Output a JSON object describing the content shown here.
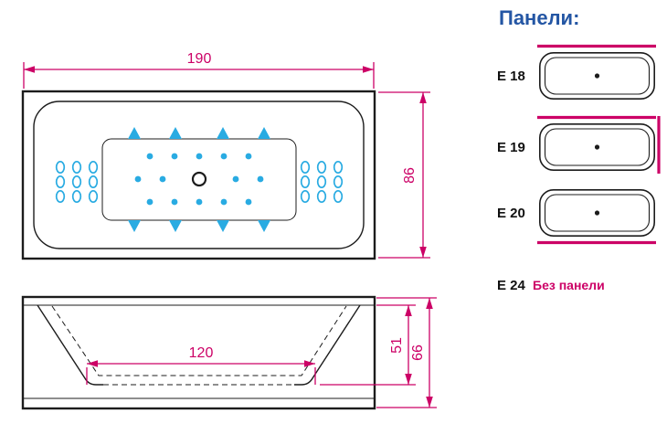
{
  "panels_heading": "Панели:",
  "top_view": {
    "width_label": "190",
    "height_label": "86"
  },
  "side_view": {
    "bottom_width_label": "120",
    "depth_label": "51",
    "height_label": "66"
  },
  "panels": {
    "items": [
      {
        "code": "E 18",
        "panel_side": "top"
      },
      {
        "code": "E 19",
        "panel_side": "top-right"
      },
      {
        "code": "E 20",
        "panel_side": "bottom"
      },
      {
        "code": "E 24",
        "note": "Без панели"
      }
    ]
  },
  "colors": {
    "outline": "#1c1c1c",
    "dim": "#cc0066",
    "jet": "#29abe2",
    "heading": "#2456a4"
  }
}
